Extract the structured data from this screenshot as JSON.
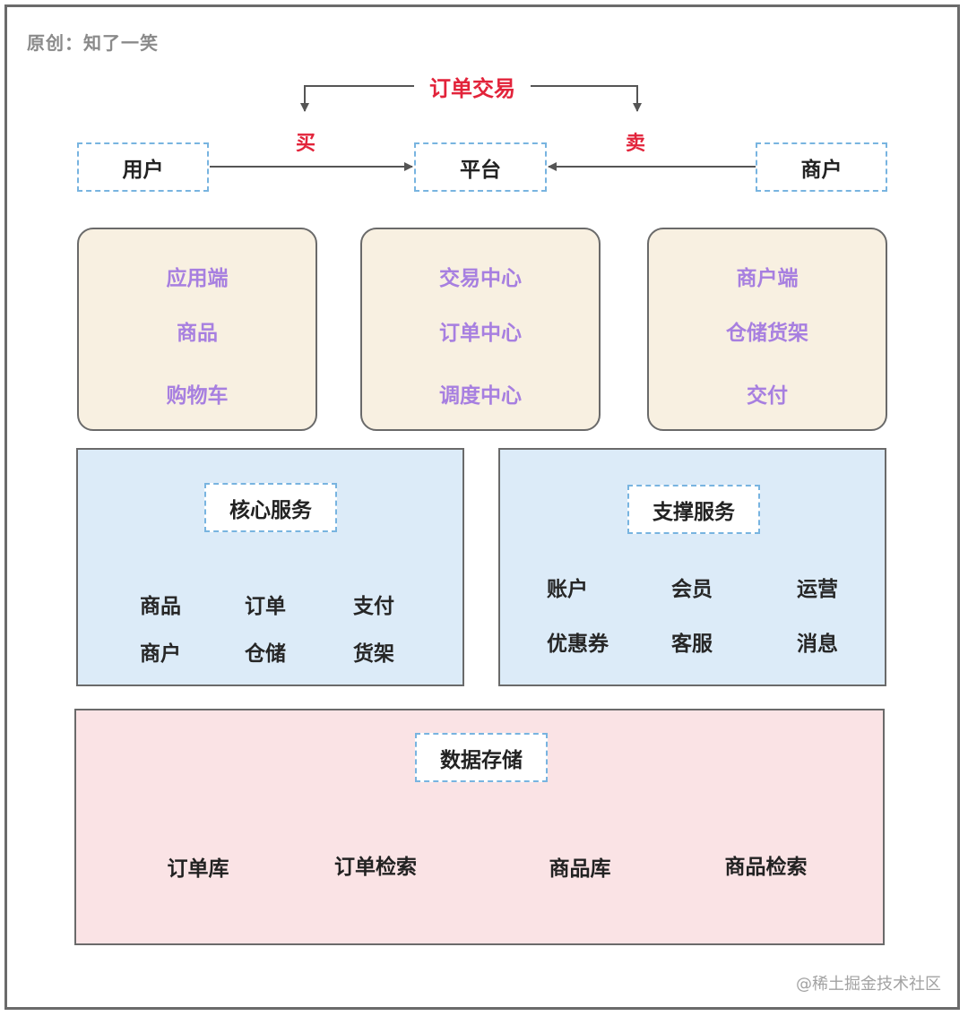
{
  "credit": "原创：知了一笑",
  "watermark": "@稀土掘金技术社区",
  "trade": {
    "title": "订单交易",
    "buy": "买",
    "sell": "卖"
  },
  "parties": {
    "user": "用户",
    "platform": "平台",
    "merchant": "商户"
  },
  "clients": {
    "app": [
      "应用端",
      "商品",
      "购物车"
    ],
    "trade_center": [
      "交易中心",
      "订单中心",
      "调度中心"
    ],
    "merchant": [
      "商户端",
      "仓储货架",
      "交付"
    ]
  },
  "core_services": {
    "title": "核心服务",
    "items": [
      "商品",
      "订单",
      "支付",
      "商户",
      "仓储",
      "货架"
    ]
  },
  "support_services": {
    "title": "支撑服务",
    "items": [
      "账户",
      "会员",
      "运营",
      "优惠券",
      "客服",
      "消息"
    ]
  },
  "storage": {
    "title": "数据存储",
    "order_db": "订单库",
    "order_search": "订单检索",
    "product_db": "商品库",
    "product_search": "商品检索"
  },
  "colors": {
    "accent_red": "#e2233a",
    "purple_text": "#a77fe0",
    "tan_fill": "#f8f0e1",
    "blue_fill": "#dcebf8",
    "pink_fill": "#fae3e5",
    "dashed_border": "#78b4e0"
  }
}
